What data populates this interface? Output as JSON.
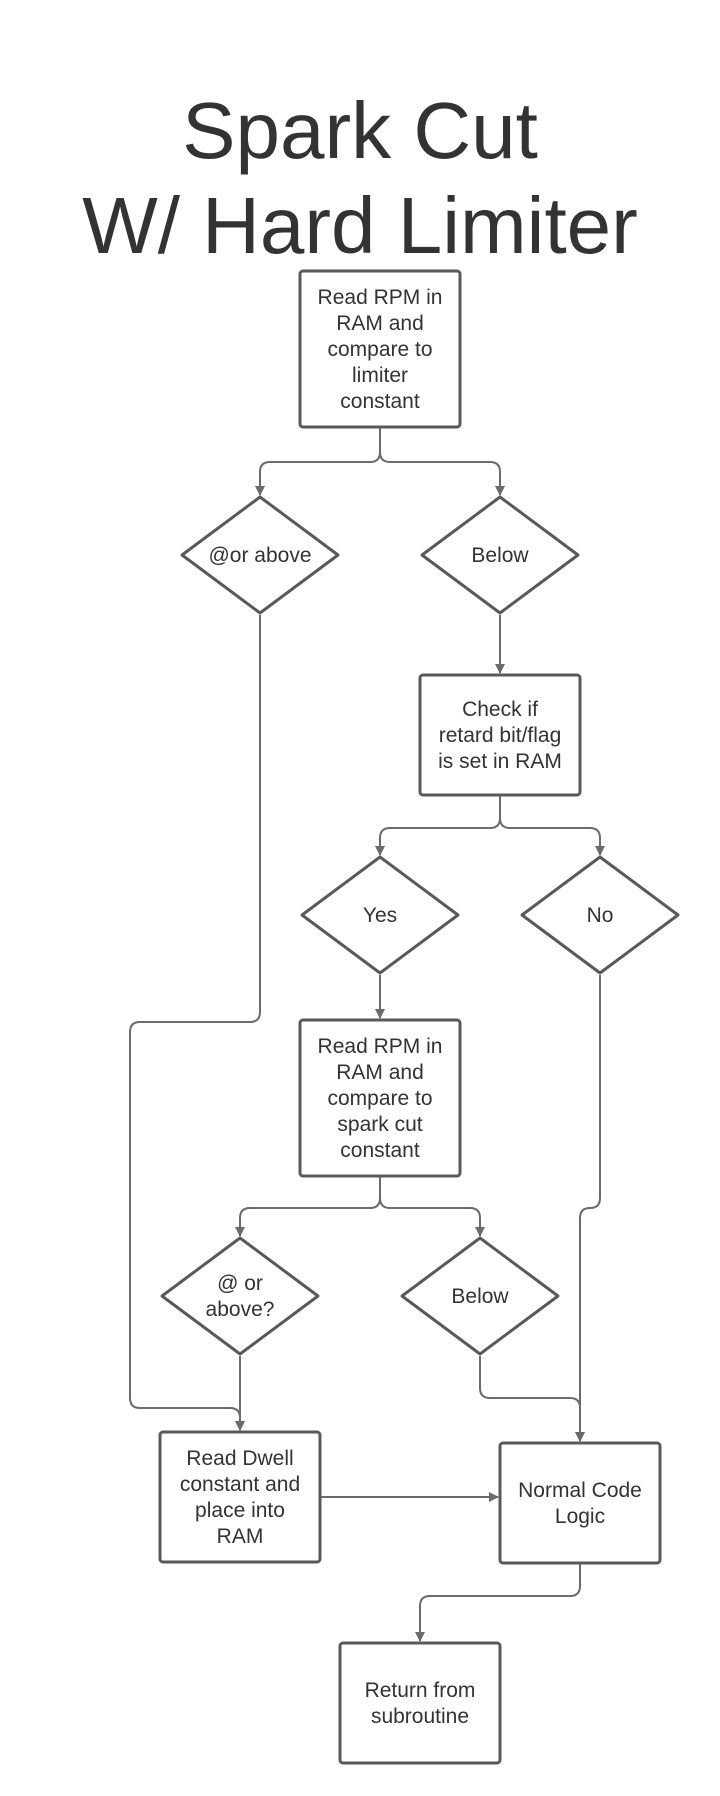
{
  "title": {
    "line1": "Spark Cut",
    "line2": "W/ Hard Limiter"
  },
  "nodes": {
    "read_rpm_limiter": {
      "shape": "process",
      "lines": [
        "Read RPM in",
        "RAM and",
        "compare to",
        "limiter",
        "constant"
      ]
    },
    "at_or_above_1": {
      "shape": "decision",
      "lines": [
        "@or above"
      ]
    },
    "below_1": {
      "shape": "decision",
      "lines": [
        "Below"
      ]
    },
    "check_retard": {
      "shape": "process",
      "lines": [
        "Check if",
        "retard bit/flag",
        "is set in RAM"
      ]
    },
    "yes": {
      "shape": "decision",
      "lines": [
        "Yes"
      ]
    },
    "no": {
      "shape": "decision",
      "lines": [
        "No"
      ]
    },
    "read_rpm_spark": {
      "shape": "process",
      "lines": [
        "Read RPM in",
        "RAM and",
        "compare to",
        "spark cut",
        "constant"
      ]
    },
    "at_or_above_2": {
      "shape": "decision",
      "lines": [
        "@ or",
        "above?"
      ]
    },
    "below_2": {
      "shape": "decision",
      "lines": [
        "Below"
      ]
    },
    "read_dwell": {
      "shape": "process",
      "lines": [
        "Read Dwell",
        "constant and",
        "place into",
        "RAM"
      ]
    },
    "normal_code": {
      "shape": "process",
      "lines": [
        "Normal Code",
        "Logic"
      ]
    },
    "return": {
      "shape": "process",
      "lines": [
        "Return from",
        "subroutine"
      ]
    }
  },
  "edges": [
    {
      "from": "read_rpm_limiter",
      "to": "at_or_above_1"
    },
    {
      "from": "read_rpm_limiter",
      "to": "below_1"
    },
    {
      "from": "below_1",
      "to": "check_retard"
    },
    {
      "from": "check_retard",
      "to": "yes"
    },
    {
      "from": "check_retard",
      "to": "no"
    },
    {
      "from": "yes",
      "to": "read_rpm_spark"
    },
    {
      "from": "read_rpm_spark",
      "to": "at_or_above_2"
    },
    {
      "from": "read_rpm_spark",
      "to": "below_2"
    },
    {
      "from": "at_or_above_1",
      "to": "read_dwell"
    },
    {
      "from": "at_or_above_2",
      "to": "read_dwell"
    },
    {
      "from": "below_2",
      "to": "normal_code"
    },
    {
      "from": "no",
      "to": "normal_code"
    },
    {
      "from": "read_dwell",
      "to": "normal_code"
    },
    {
      "from": "normal_code",
      "to": "return"
    }
  ],
  "colors": {
    "text": "#333333",
    "node_border": "#595959",
    "connector": "#6b6b6b",
    "background": "#ffffff"
  }
}
